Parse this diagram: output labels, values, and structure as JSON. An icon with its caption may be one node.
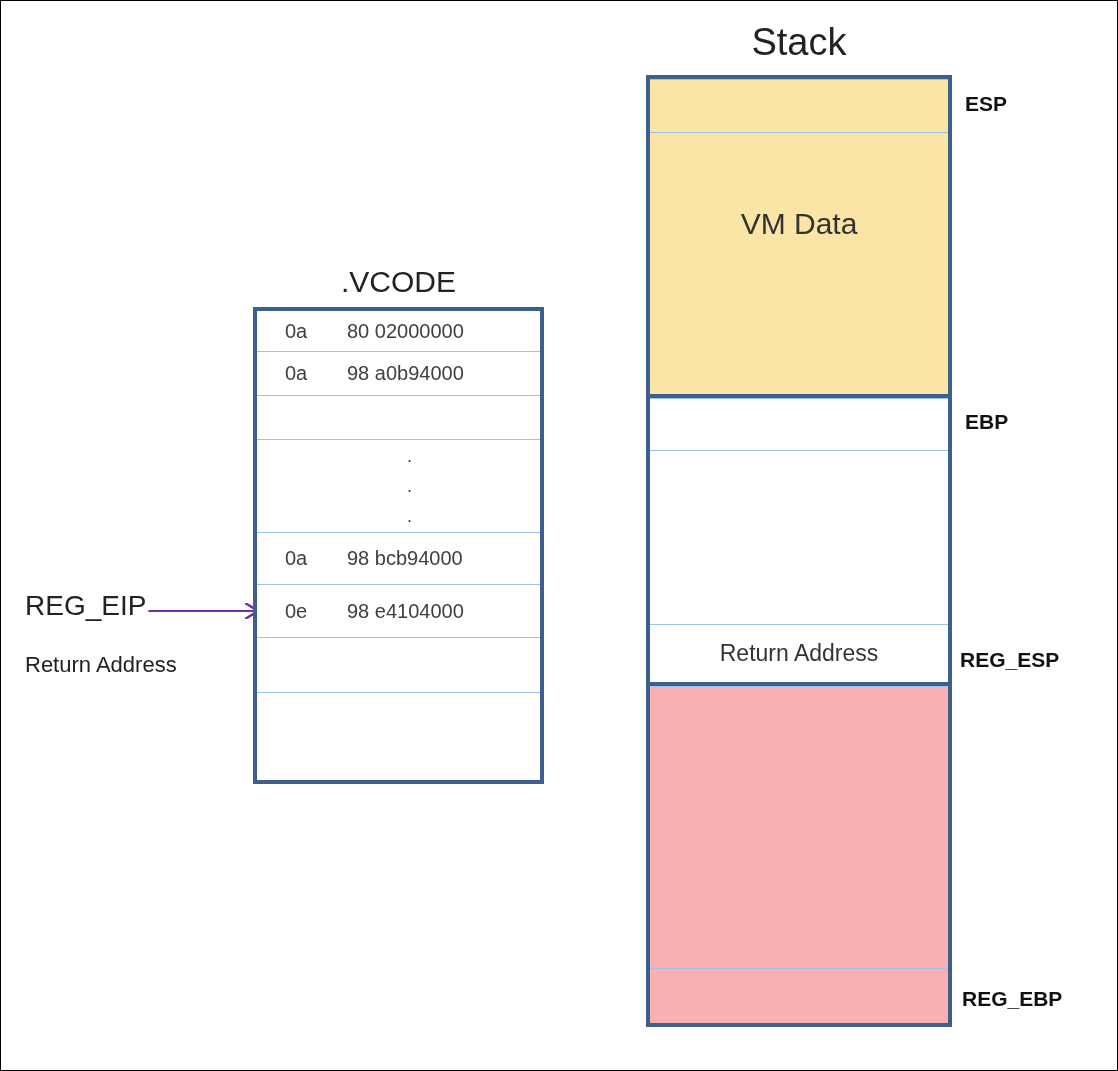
{
  "diagram": {
    "nodes": [
      {
        "text": [
          ".VCODE"
        ]
      },
      {
        "text": [
          "0a",
          "80 02000000"
        ],
        "in": 0
      },
      {
        "text": [
          "0a",
          "98 a0b94000"
        ],
        "in": 0
      },
      {
        "text": [],
        "shape": "box",
        "in": 0
      },
      {
        "text": [
          ". . ."
        ],
        "in": 0
      },
      {
        "text": [
          "0a",
          "98 bcb94000"
        ],
        "in": 0
      },
      {
        "text": [
          "0e",
          "98 e4104000"
        ],
        "in": 0
      },
      {
        "text": [],
        "shape": "box",
        "in": 0
      },
      {
        "text": [],
        "shape": "box",
        "in": 0
      },
      {
        "text": [
          "REG_EIP"
        ]
      },
      {
        "text": [
          "Stack"
        ]
      },
      {
        "text": [],
        "shape": "box",
        "in": 10,
        "beside": [
          "ESP"
        ]
      },
      {
        "text": [
          "VM Data"
        ],
        "in": 10
      },
      {
        "text": [],
        "shape": "box",
        "in": 10,
        "beside": [
          "EBP"
        ]
      },
      {
        "text": [],
        "shape": "box",
        "in": 10
      },
      {
        "text": [
          "Return Address"
        ],
        "in": 10,
        "beside": [
          "REG_ESP"
        ]
      },
      {
        "text": [],
        "shape": "box",
        "in": 10
      },
      {
        "text": [],
        "shape": "box",
        "in": 10,
        "beside": [
          "REG_EBP"
        ]
      }
    ],
    "edges": [
      {
        "from": 9,
        "to": 6,
        "arrow": "to",
        "color": "#7030a0"
      }
    ],
    "labels": [
      "Return Address"
    ]
  }
}
